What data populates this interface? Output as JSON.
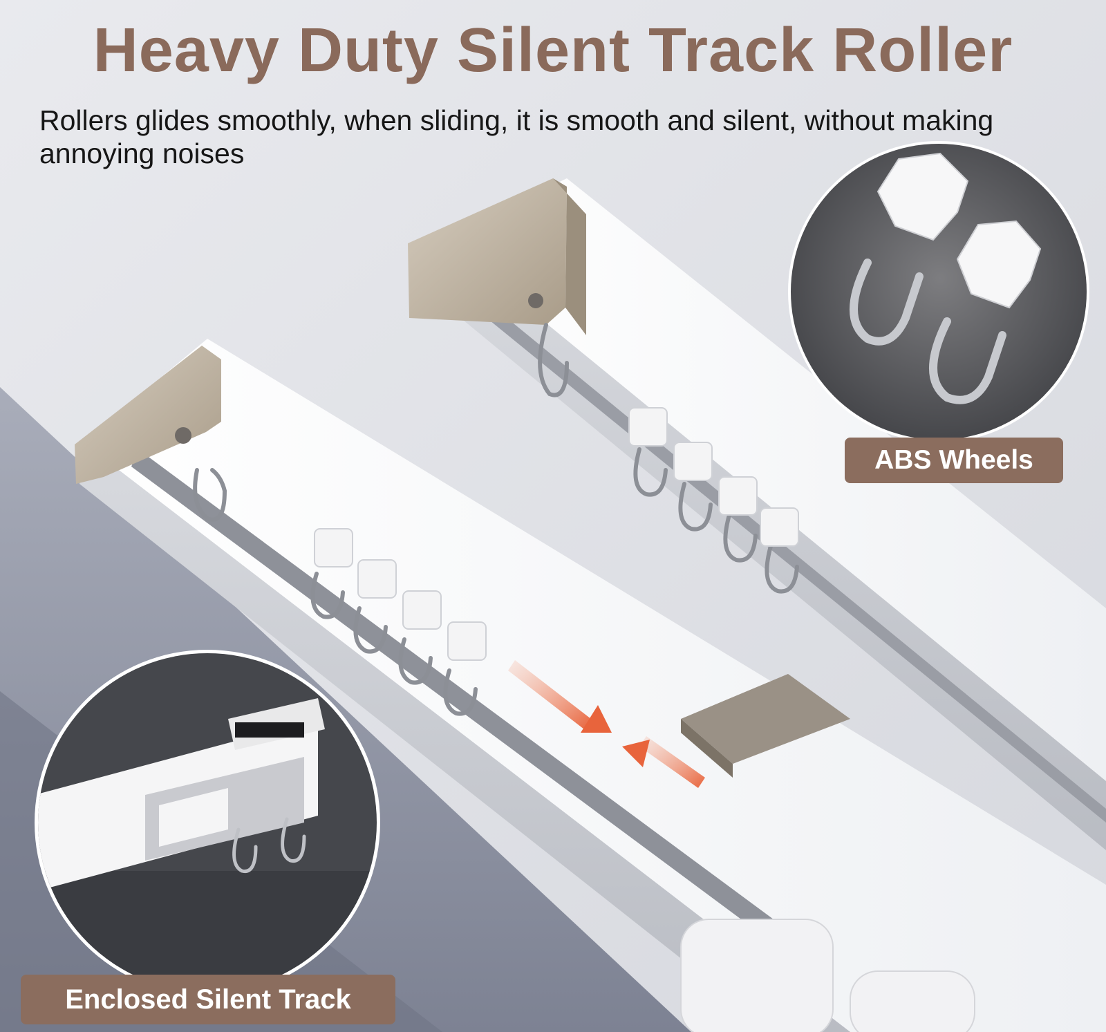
{
  "headline": "Heavy Duty Silent Track Roller",
  "description": "Rollers glides smoothly, when sliding, it is smooth and silent, without making annoying noises",
  "callouts": {
    "abs_wheels": "ABS Wheels",
    "enclosed_track": "Enclosed Silent Track"
  },
  "colors": {
    "headline": "#8a6a5b",
    "badge_bg": "#8b6d5e",
    "arrow": "#e8643c",
    "bracket": "#bfb29f"
  }
}
